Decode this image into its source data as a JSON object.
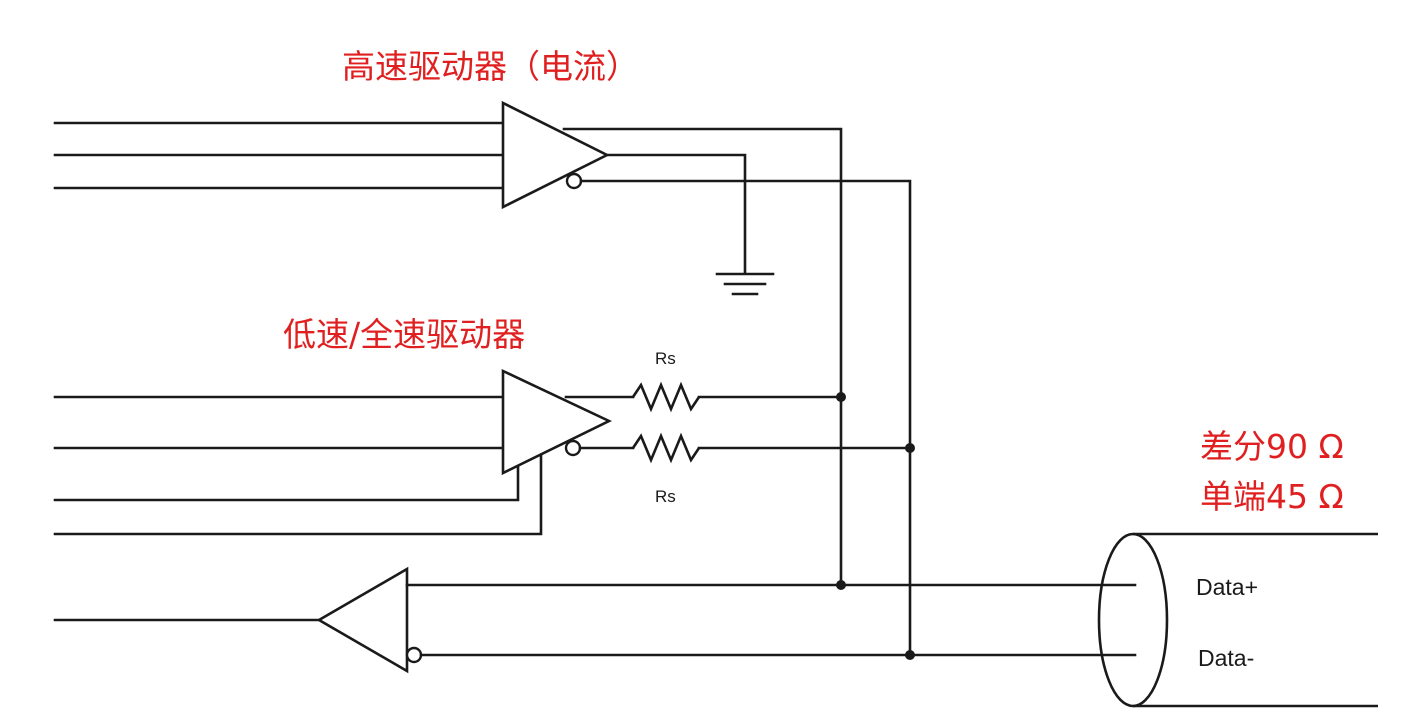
{
  "labels": {
    "high_speed_driver": "高速驱动器（电流）",
    "low_full_speed_driver": "低速/全速驱动器",
    "resistor_top": "Rs",
    "resistor_bottom": "Rs",
    "differential_impedance": "差分90 Ω",
    "single_ended_impedance": "单端45 Ω",
    "data_plus": "Data+",
    "data_minus": "Data-"
  },
  "colors": {
    "annotation": "#e02020",
    "line": "#1a1a1a",
    "background": "#ffffff"
  }
}
